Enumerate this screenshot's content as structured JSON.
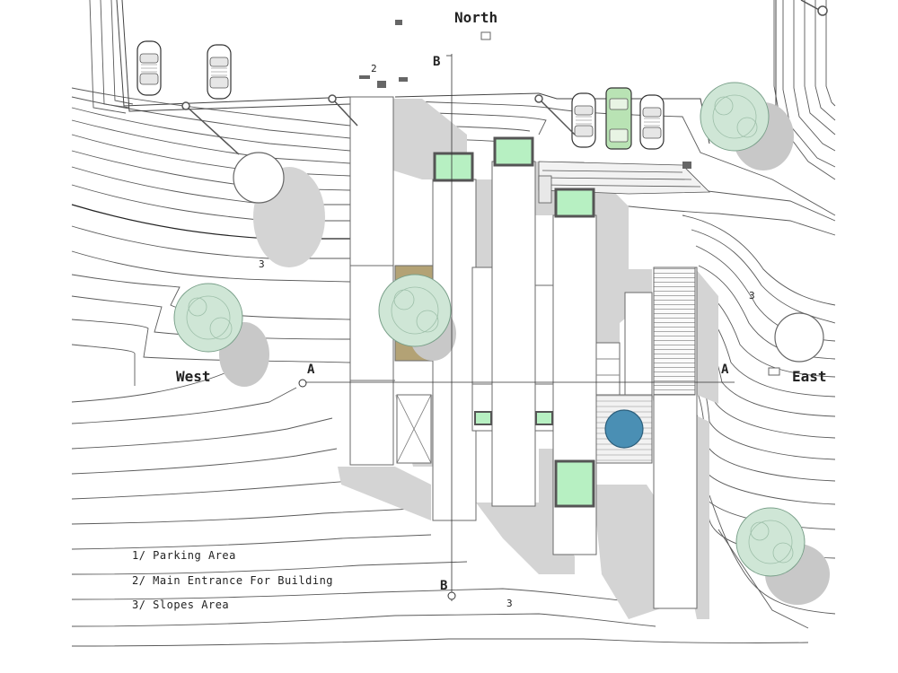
{
  "compass": {
    "north": "North",
    "west": "West",
    "east": "East"
  },
  "sections": {
    "a_left": "A",
    "a_right": "A",
    "b_top": "B",
    "b_bottom": "B"
  },
  "markers": {
    "entrance": "2",
    "slope_nw": "3",
    "slope_e": "3",
    "slope_s": "3"
  },
  "legend": [
    {
      "text": "1/ Parking Area"
    },
    {
      "text": "2/ Main Entrance For Building"
    },
    {
      "text": "3/ Slopes Area"
    }
  ],
  "colors": {
    "skylight": "#b7f0c2",
    "courtyard": "#b3a275",
    "pool": "#4a8fb4",
    "tree": "#cfe6d6",
    "shadow": "#d2d2d2",
    "contour": "#5a5a5a"
  }
}
